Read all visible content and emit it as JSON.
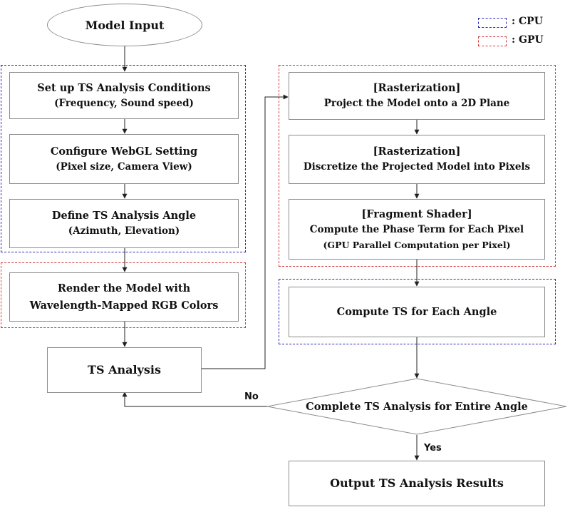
{
  "colors": {
    "cpu": "#2a2ab4",
    "gpu": "#d23a3a",
    "line": "#222222",
    "box_border": "#8c8c8c"
  },
  "legend": {
    "cpu_label": ": CPU",
    "gpu_label": ": GPU"
  },
  "nodes": {
    "model_input": "Model Input",
    "setup": {
      "line1": "Set up TS Analysis Conditions",
      "line2": "(Frequency, Sound speed)"
    },
    "webgl": {
      "line1": "Configure WebGL Setting",
      "line2": "(Pixel size, Camera View)"
    },
    "angle": {
      "line1": "Define TS Analysis Angle",
      "line2": "(Azimuth, Elevation)"
    },
    "render": {
      "line1": "Render the Model with",
      "line2": "Wavelength-Mapped RGB Colors"
    },
    "ts_analysis": "TS Analysis",
    "raster1": {
      "line1": "[Rasterization]",
      "line2": "Project the Model onto a 2D Plane"
    },
    "raster2": {
      "line1": "[Rasterization]",
      "line2": "Discretize the Projected Model into Pixels"
    },
    "fragment": {
      "line1": "[Fragment Shader]",
      "line2": "Compute the Phase Term for Each Pixel",
      "line3": "(GPU Parallel Computation per Pixel)"
    },
    "compute_ts": "Compute TS for Each Angle",
    "decision": "Complete TS Analysis for Entire Angle",
    "output": "Output TS Analysis Results"
  },
  "edge_labels": {
    "no": "No",
    "yes": "Yes"
  }
}
